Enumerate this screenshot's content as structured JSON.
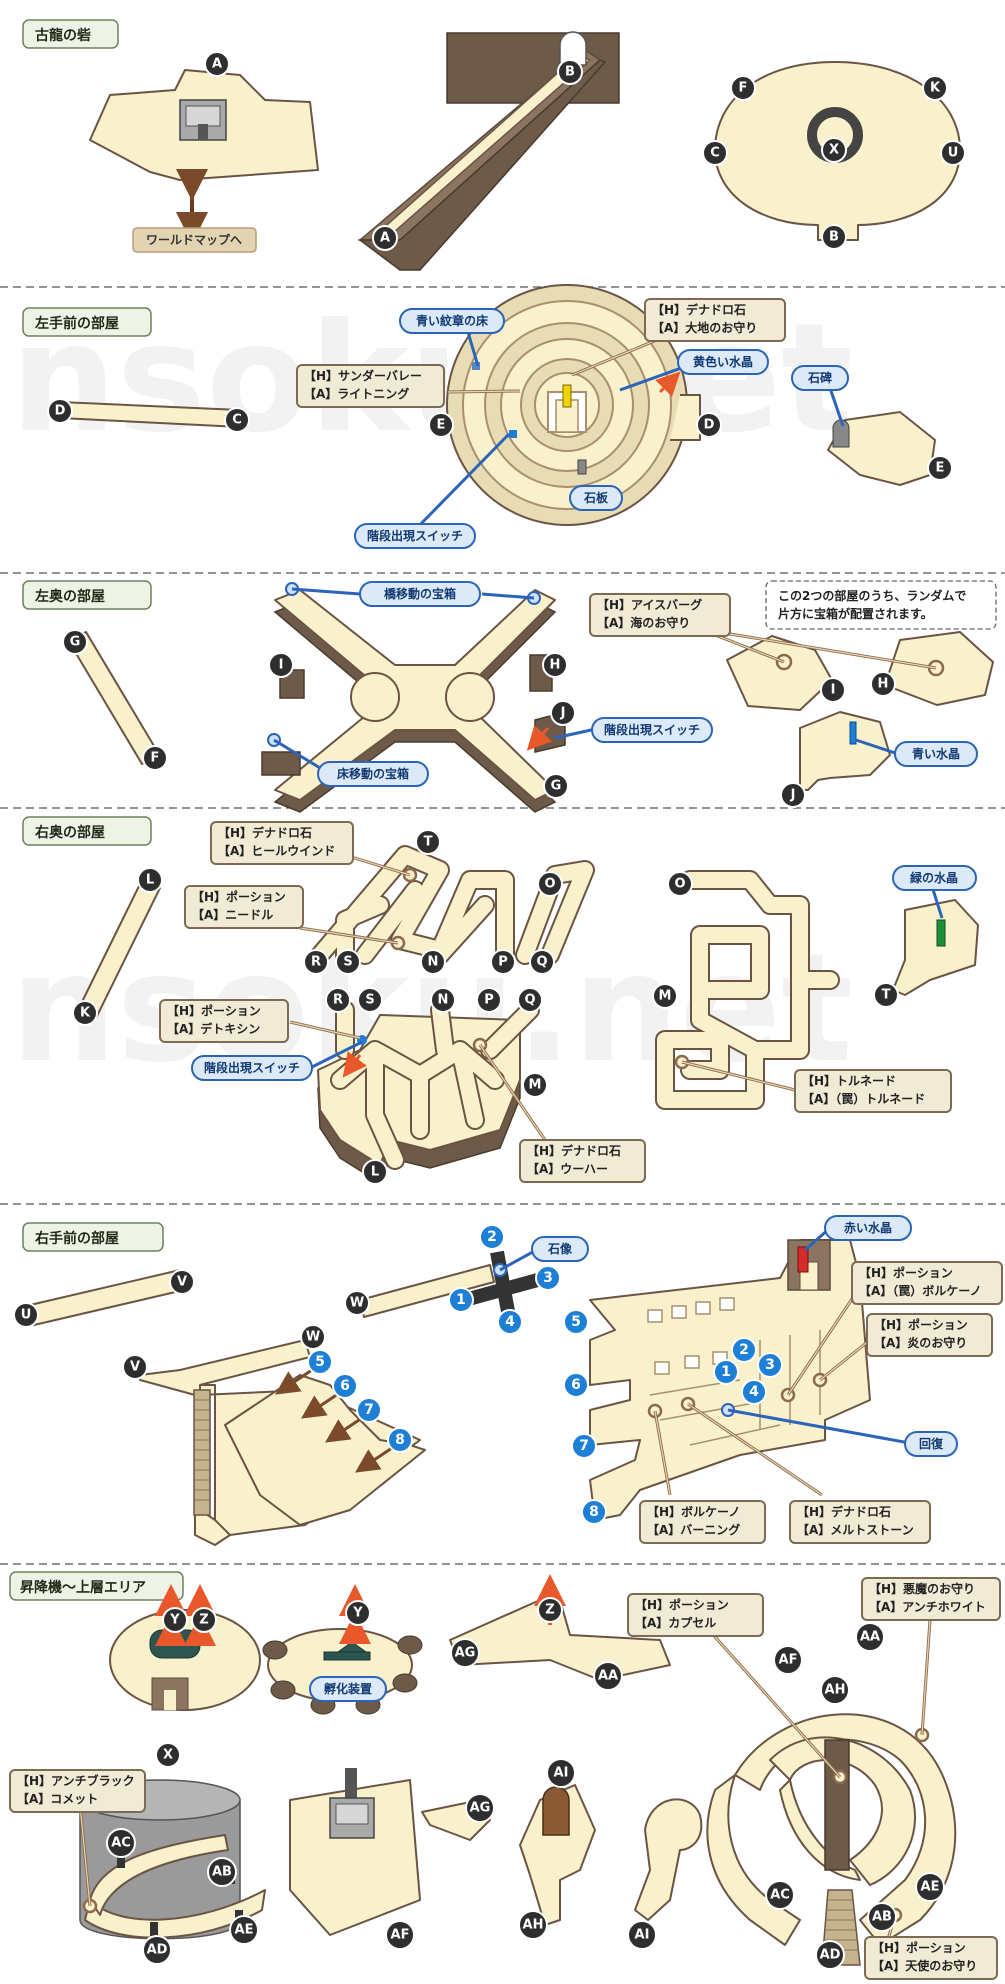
{
  "watermark": "nsoku.net",
  "sections": [
    {
      "title": "古龍の砦"
    },
    {
      "title": "左手前の部屋"
    },
    {
      "title": "左奥の部屋"
    },
    {
      "title": "右奥の部屋"
    },
    {
      "title": "右手前の部屋"
    },
    {
      "title": "昇降機～上層エリア"
    }
  ],
  "world_map_button": "ワールドマップへ",
  "markers": {
    "A": "A",
    "B": "B",
    "C": "C",
    "D": "D",
    "E": "E",
    "F": "F",
    "G": "G",
    "H": "H",
    "I": "I",
    "J": "J",
    "K": "K",
    "L": "L",
    "M": "M",
    "N": "N",
    "O": "O",
    "P": "P",
    "Q": "Q",
    "R": "R",
    "S": "S",
    "T": "T",
    "U": "U",
    "V": "V",
    "W": "W",
    "X": "X",
    "Y": "Y",
    "Z": "Z",
    "AA": "AA",
    "AB": "AB",
    "AC": "AC",
    "AD": "AD",
    "AE": "AE",
    "AF": "AF",
    "AG": "AG",
    "AH": "AH",
    "AI": "AI"
  },
  "blue_markers": {
    "n1": "1",
    "n2": "2",
    "n3": "3",
    "n4": "4",
    "n5": "5",
    "n6": "6",
    "n7": "7",
    "n8": "8"
  },
  "blue_labels": {
    "blue_crest_floor": "青い紋章の床",
    "yellow_crystal": "黄色い水晶",
    "stone_tablet": "石板",
    "stairs_switch": "階段出現スイッチ",
    "stone_monument": "石碑",
    "bridge_chest": "橋移動の宝箱",
    "floor_chest": "床移動の宝箱",
    "blue_crystal": "青い水晶",
    "green_crystal": "緑の水晶",
    "stone_statue": "石像",
    "red_crystal": "赤い水晶",
    "recovery": "回復",
    "incubator": "孵化装置"
  },
  "note": {
    "line1": "この2つの部屋のうち、ランダムで",
    "line2": "片方に宝箱が配置されます。"
  },
  "treasures": {
    "t01": {
      "h": "【H】デナドロ石",
      "a": "【A】大地のお守り"
    },
    "t02": {
      "h": "【H】サンダーバレー",
      "a": "【A】ライトニング"
    },
    "t03": {
      "h": "【H】アイスバーグ",
      "a": "【A】海のお守り"
    },
    "t04": {
      "h": "【H】デナドロ石",
      "a": "【A】ヒールウインド"
    },
    "t05": {
      "h": "【H】ポーション",
      "a": "【A】ニードル"
    },
    "t06": {
      "h": "【H】ポーション",
      "a": "【A】デトキシン"
    },
    "t07": {
      "h": "【H】トルネード",
      "a": "【A】（罠）トルネード"
    },
    "t08": {
      "h": "【H】デナドロ石",
      "a": "【A】ウーハー"
    },
    "t09": {
      "h": "【H】ポーション",
      "a": "【A】（罠）ボルケーノ"
    },
    "t10": {
      "h": "【H】ポーション",
      "a": "【A】炎のお守り"
    },
    "t11": {
      "h": "【H】ボルケーノ",
      "a": "【A】バーニング"
    },
    "t12": {
      "h": "【H】デナドロ石",
      "a": "【A】メルトストーン"
    },
    "t13": {
      "h": "【H】ポーション",
      "a": "【A】カプセル"
    },
    "t14": {
      "h": "【H】悪魔のお守り",
      "a": "【A】アンチホワイト"
    },
    "t15": {
      "h": "【H】アンチブラック",
      "a": "【A】コメット"
    },
    "t16": {
      "h": "【H】ポーション",
      "a": "【A】天使のお守り"
    }
  },
  "colors": {
    "floor": "#f9f1cc",
    "wall": "#8c7560",
    "wall_dark": "#6e5a48",
    "outline": "#6b5444",
    "marker": "#2e2e2e",
    "blue": "#1e7fd6",
    "blue_label_bg": "#dce9f7",
    "blue_label_border": "#2b64b8",
    "tag_bg": "#f1ebd6",
    "tag_border": "#7c6a52",
    "arrow": "#e8582a",
    "divider": "#555555",
    "section_bg": "#eef3e6",
    "section_border": "#6f7f5e"
  }
}
